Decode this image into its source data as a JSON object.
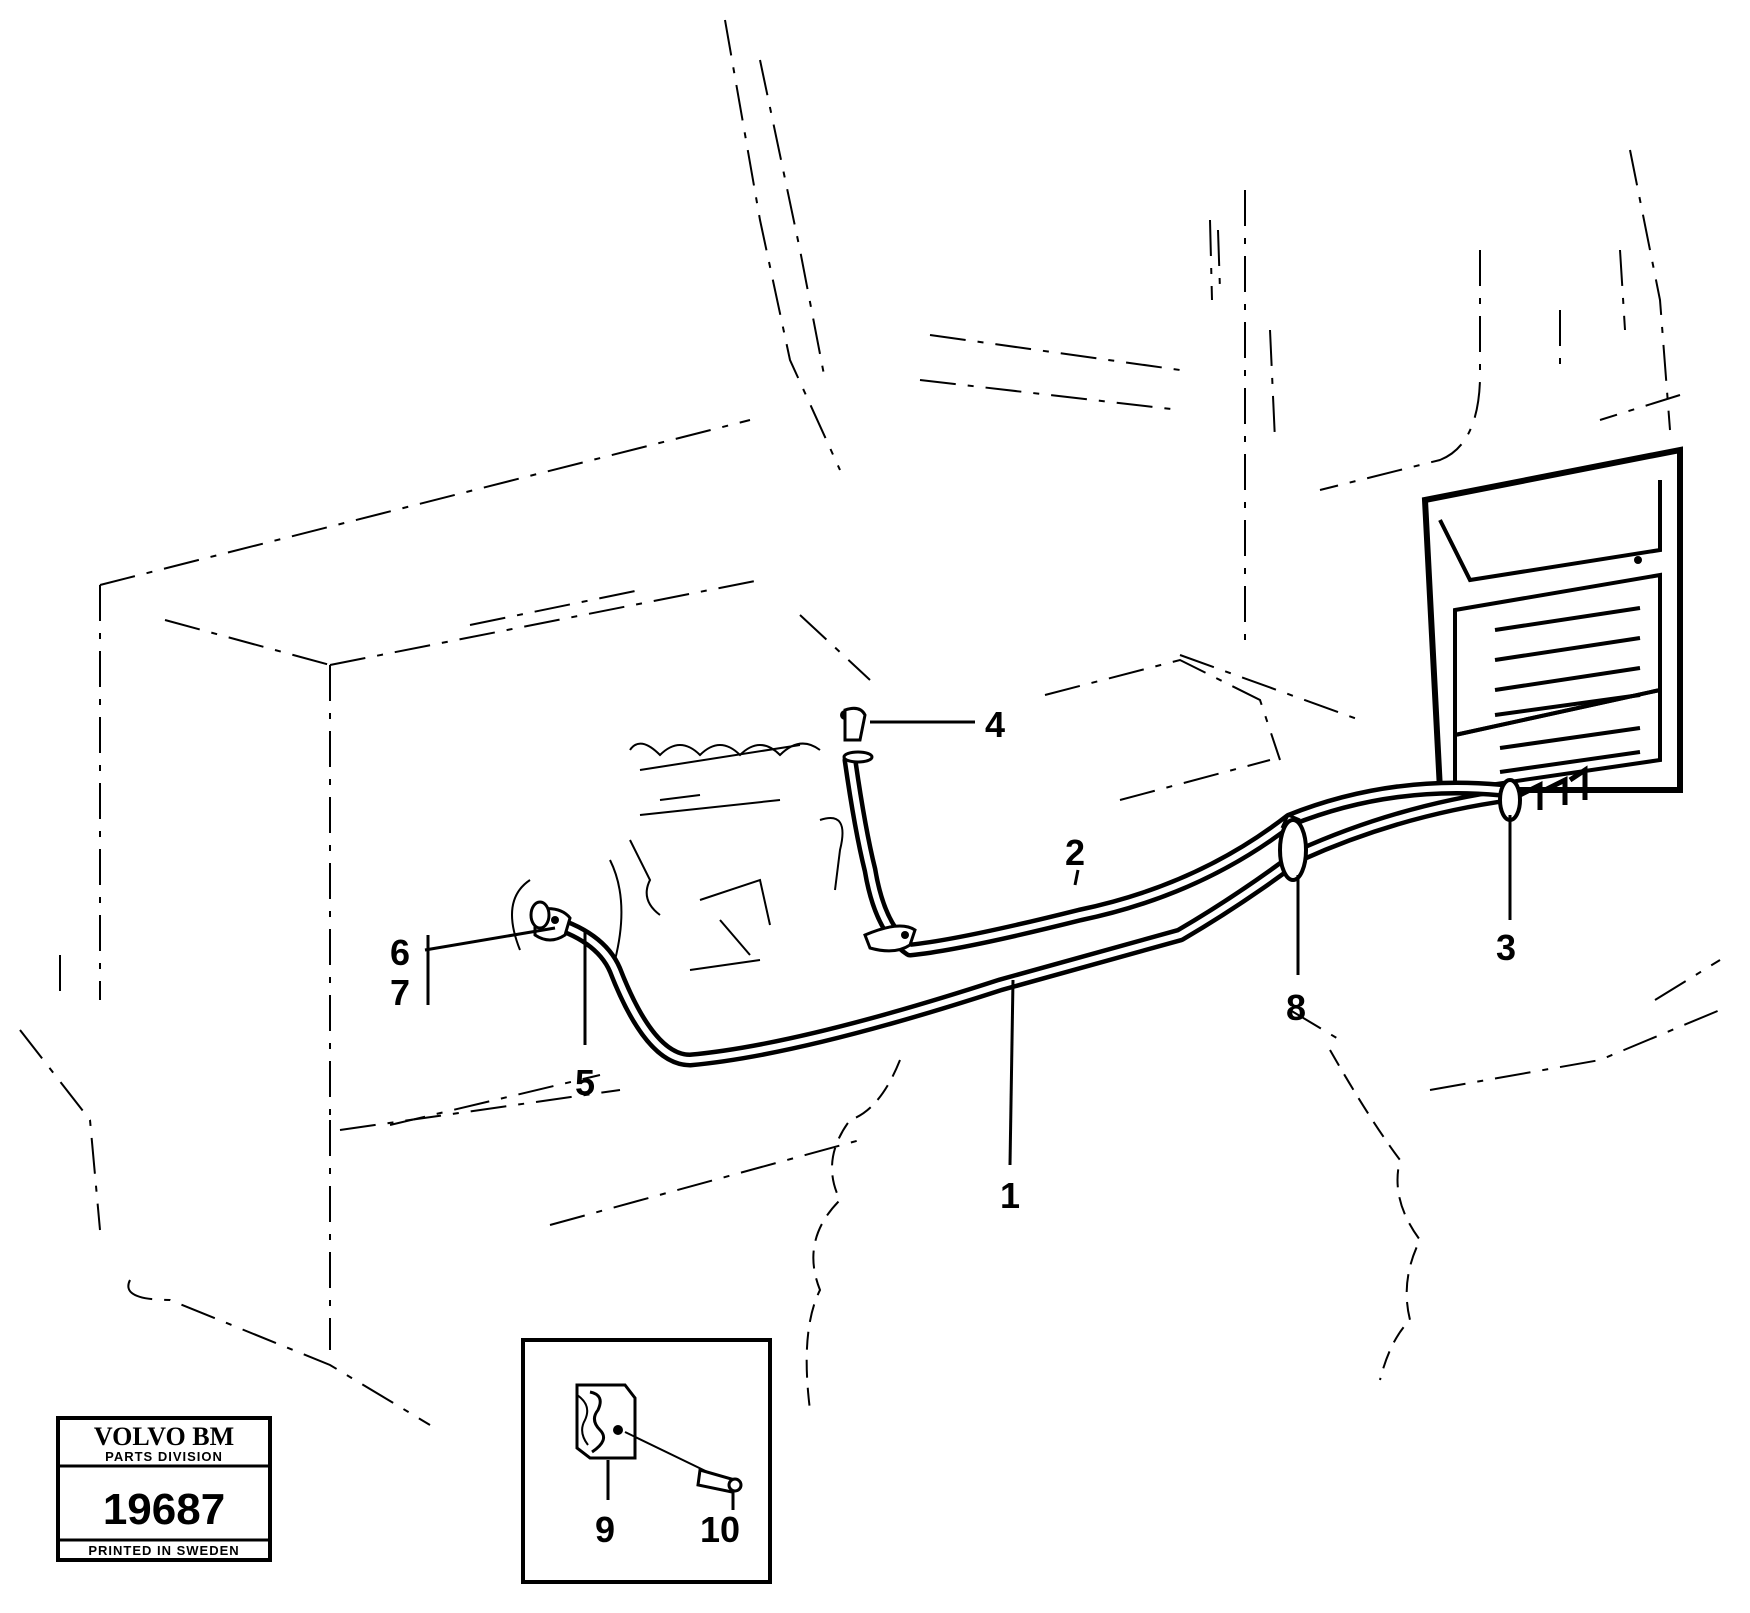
{
  "callouts": {
    "c1": "1",
    "c2": "2",
    "c3": "3",
    "c4": "4",
    "c5": "5",
    "c6": "6",
    "c7": "7",
    "c8": "8",
    "c9": "9",
    "c10": "10"
  },
  "stamp": {
    "brand": "VOLVO BM",
    "division": "PARTS DIVISION",
    "number": "19687",
    "printed": "PRINTED IN SWEDEN"
  }
}
